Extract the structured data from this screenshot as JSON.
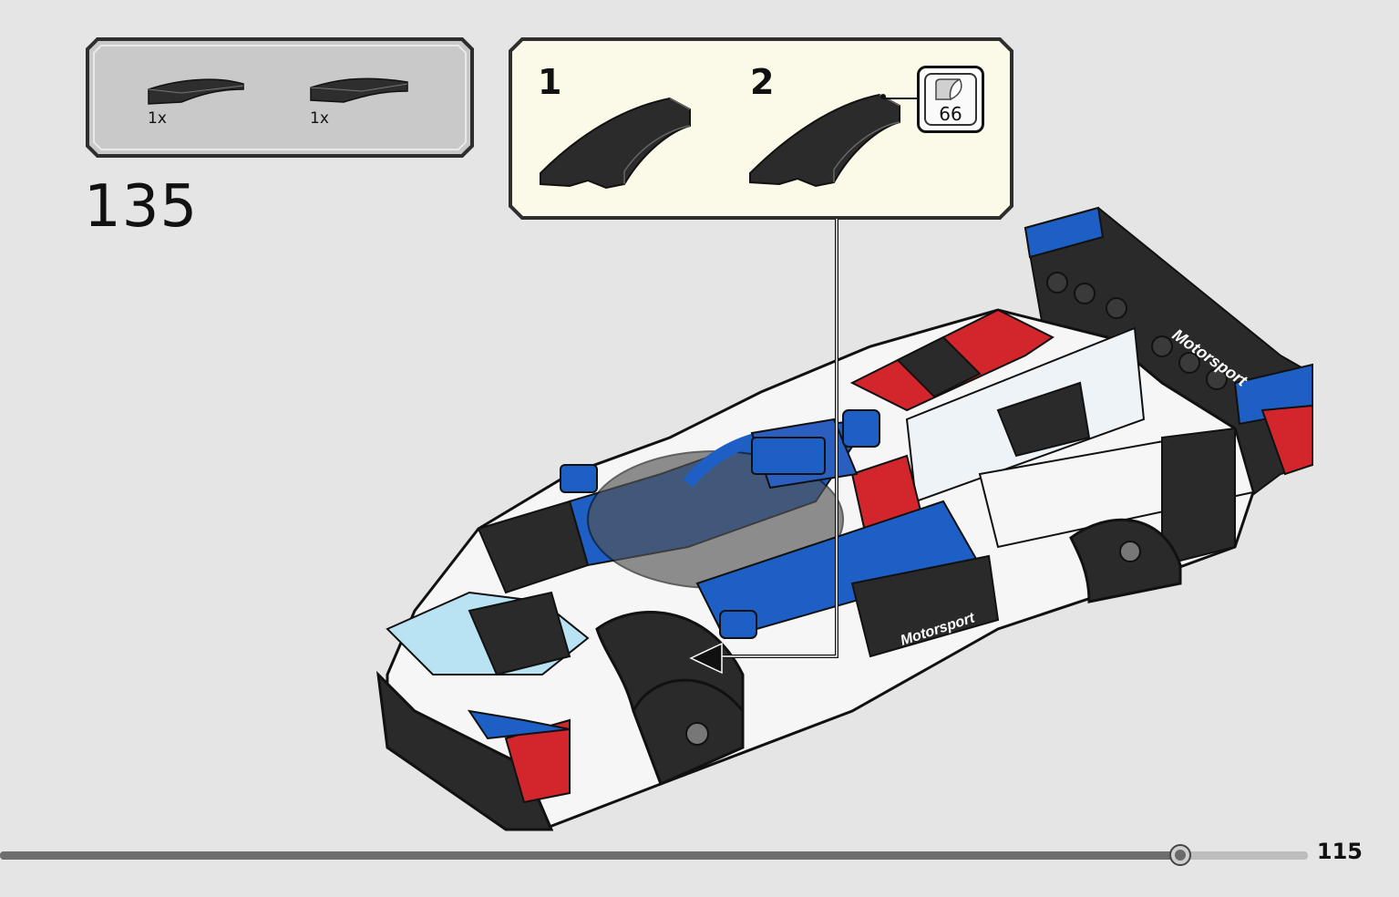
{
  "parts_list": {
    "items": [
      {
        "icon": "curved-slope-brick-left",
        "qty": "1x"
      },
      {
        "icon": "curved-slope-brick-right",
        "qty": "1x"
      }
    ]
  },
  "step": {
    "number": "135"
  },
  "callout": {
    "substeps": [
      {
        "number": "1",
        "icon": "curved-slope-brick"
      },
      {
        "number": "2",
        "icon": "curved-slope-brick-with-sticker"
      }
    ],
    "sticker": {
      "number": "66",
      "icon": "sticker-icon"
    }
  },
  "model": {
    "icon": "race-car-model",
    "decals": {
      "brand": "Motorsport"
    }
  },
  "progress": {
    "fraction": 0.878
  },
  "page": {
    "number": "115"
  },
  "colors": {
    "background": "#e5e5e5",
    "parts_panel": "#c9c9c9",
    "callout_panel": "#fbf9e8",
    "brick_dark": "#2b2b2b",
    "car_blue": "#1d5fc4",
    "car_red": "#d3262c",
    "car_white": "#f6f6f6"
  }
}
